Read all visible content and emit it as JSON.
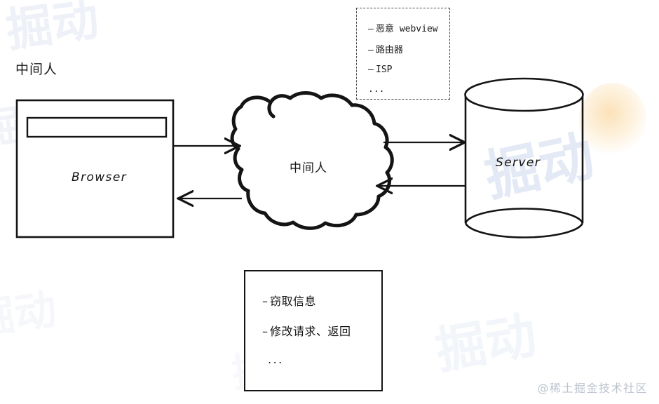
{
  "diagram": {
    "title_label": "中间人",
    "browser": {
      "label": "Browser",
      "address_bar_value": ""
    },
    "cloud": {
      "label": "中间人"
    },
    "server": {
      "label": "Server"
    },
    "attacker_list": {
      "items": [
        "恶意 webview",
        "路由器",
        "ISP",
        "..."
      ],
      "bullet": "–"
    },
    "consequences": {
      "items": [
        "窃取信息",
        "修改请求、返回",
        "..."
      ],
      "bullet": "–"
    },
    "flows": [
      {
        "name": "browser-to-mitm",
        "direction": "right"
      },
      {
        "name": "mitm-to-browser",
        "direction": "left"
      },
      {
        "name": "mitm-to-server",
        "direction": "right"
      },
      {
        "name": "server-to-mitm",
        "direction": "left"
      }
    ]
  },
  "watermark": {
    "footer": "@稀土掘金技术社区",
    "background_text": "掘动"
  },
  "colors": {
    "stroke": "#141414",
    "dashed_stroke": "#4a4a4a",
    "background": "#ffffff",
    "watermark": "#bcc3cf",
    "background_watermark": "#e2e7f4",
    "glow": "#fad8a0"
  }
}
